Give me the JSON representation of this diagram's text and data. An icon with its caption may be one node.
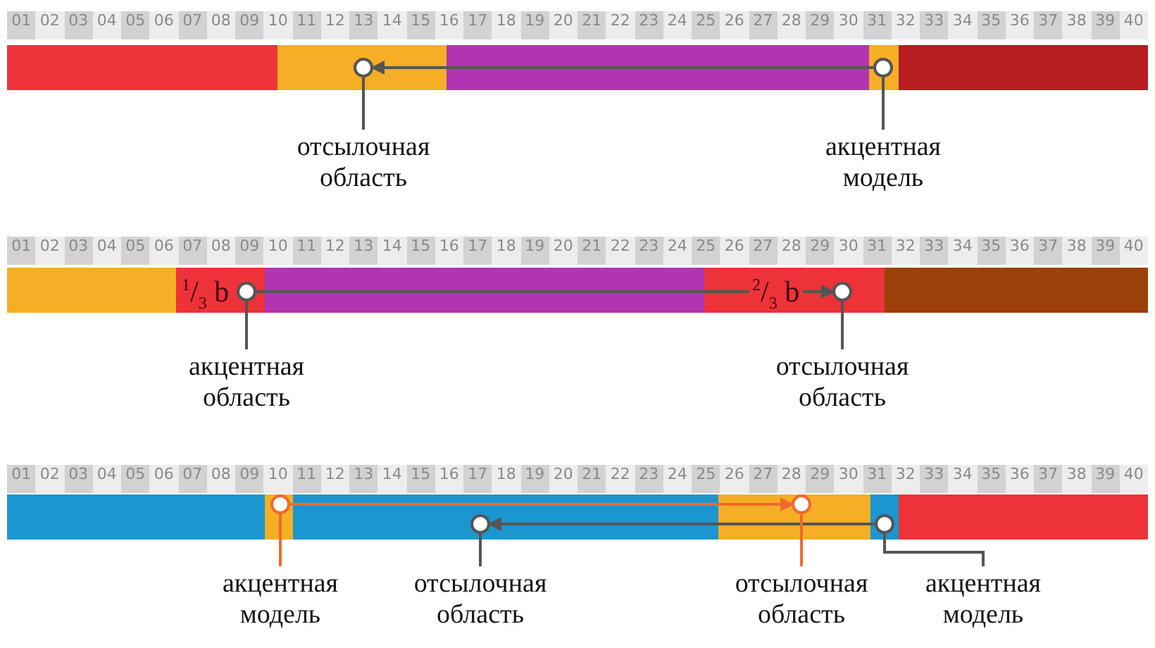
{
  "diagram": {
    "nodes": [
      {
        "text": [],
        "shape": "circle"
      },
      {
        "text": [],
        "shape": "circle"
      },
      {
        "text": [
          "отсылочная область"
        ]
      },
      {
        "text": [
          "акцентная модель"
        ]
      },
      {
        "text": [],
        "shape": "circle"
      },
      {
        "text": [],
        "shape": "circle"
      },
      {
        "text": [
          "акцентная область"
        ]
      },
      {
        "text": [
          "отсылочная область"
        ]
      },
      {
        "text": [],
        "shape": "circle"
      },
      {
        "text": [],
        "shape": "circle"
      },
      {
        "text": [],
        "shape": "circle"
      },
      {
        "text": [],
        "shape": "circle"
      },
      {
        "text": [
          "акцентная модель"
        ]
      },
      {
        "text": [
          "отсылочная область"
        ]
      },
      {
        "text": [
          "отсылочная область"
        ]
      },
      {
        "text": [
          "акцентная модель"
        ]
      }
    ],
    "edges": [
      {
        "from": 1,
        "to": 0,
        "arrow": "to"
      },
      {
        "from": 2,
        "to": 0,
        "arrow": "none"
      },
      {
        "from": 3,
        "to": 1,
        "arrow": "none"
      },
      {
        "from": 4,
        "to": 5,
        "arrow": "to"
      },
      {
        "from": 6,
        "to": 4,
        "arrow": "none"
      },
      {
        "from": 7,
        "to": 5,
        "arrow": "none"
      },
      {
        "from": 8,
        "to": 9,
        "arrow": "to",
        "color": "#ee6a2c"
      },
      {
        "from": 11,
        "to": 10,
        "arrow": "to"
      },
      {
        "from": 12,
        "to": 8,
        "arrow": "none",
        "color": "#ee6a2c"
      },
      {
        "from": 13,
        "to": 10,
        "arrow": "none"
      },
      {
        "from": 14,
        "to": 9,
        "arrow": "none",
        "color": "#ee6a2c"
      },
      {
        "from": 15,
        "to": 11,
        "arrow": "none"
      }
    ],
    "labels": [
      "01",
      "02",
      "03",
      "04",
      "05",
      "06",
      "07",
      "08",
      "09",
      "10",
      "11",
      "12",
      "13",
      "14",
      "15",
      "16",
      "17",
      "18",
      "19",
      "20",
      "21",
      "22",
      "23",
      "24",
      "25",
      "26",
      "27",
      "28",
      "29",
      "30",
      "31",
      "32",
      "33",
      "34",
      "35",
      "36",
      "37",
      "38",
      "39",
      "40",
      "01",
      "02",
      "03",
      "04",
      "05",
      "06",
      "07",
      "08",
      "09",
      "10",
      "11",
      "12",
      "13",
      "14",
      "15",
      "16",
      "17",
      "18",
      "19",
      "20",
      "21",
      "22",
      "23",
      "24",
      "25",
      "26",
      "27",
      "28",
      "29",
      "30",
      "31",
      "32",
      "33",
      "34",
      "35",
      "36",
      "37",
      "38",
      "39",
      "40",
      "$^{1}$/$_{3}$ b",
      "$^{2}$/$_{3}$ b",
      "01",
      "02",
      "03",
      "04",
      "05",
      "06",
      "07",
      "08",
      "09",
      "10",
      "11",
      "12",
      "13",
      "14",
      "15",
      "16",
      "17",
      "18",
      "19",
      "20",
      "21",
      "22",
      "23",
      "24",
      "25",
      "26",
      "27",
      "28",
      "29",
      "30",
      "31",
      "32",
      "33",
      "34",
      "35",
      "36",
      "37",
      "38",
      "39",
      "40"
    ]
  }
}
